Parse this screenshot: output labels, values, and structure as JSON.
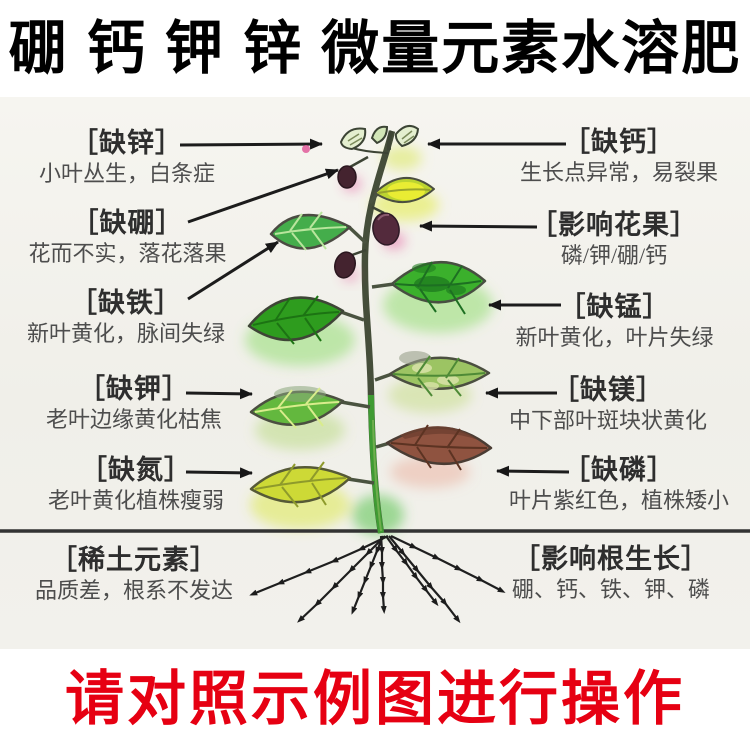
{
  "title": "硼 钙 钾 锌 微量元素水溶肥",
  "footer": "请对照示例图进行操作",
  "colors": {
    "title_black": "#000000",
    "footer_red": "#e60012",
    "arrow_black": "#1c1c1c",
    "healthy_leaf_green": "#3bb02c",
    "deficient_yellow": "#cdd936",
    "deficient_brown": "#8f5340",
    "berry_magenta": "#e0368a"
  },
  "diagram": {
    "left_labels": [
      {
        "title": "［缺锌］",
        "desc": "小叶丛生，白条症"
      },
      {
        "title": "［缺硼］",
        "desc": "花而不实，落花落果"
      },
      {
        "title": "［缺铁］",
        "desc": "新叶黄化，脉间失绿"
      },
      {
        "title": "［缺钾］",
        "desc": "老叶边缘黄化枯焦"
      },
      {
        "title": "［缺氮］",
        "desc": "老叶黄化植株瘦弱"
      },
      {
        "title": "［稀土元素］",
        "desc": "品质差，根系不发达"
      }
    ],
    "right_labels": [
      {
        "title": "［缺钙］",
        "desc": "生长点异常，易裂果"
      },
      {
        "title": "［影响花果］",
        "desc": "磷/钾/硼/钙"
      },
      {
        "title": "［缺锰］",
        "desc": "新叶黄化，叶片失绿"
      },
      {
        "title": "［缺镁］",
        "desc": "中下部叶斑块状黄化"
      },
      {
        "title": "［缺磷］",
        "desc": "叶片紫红色，植株矮小"
      },
      {
        "title": "［影响根生长］",
        "desc": "硼、钙、铁、钾、磷"
      }
    ]
  }
}
